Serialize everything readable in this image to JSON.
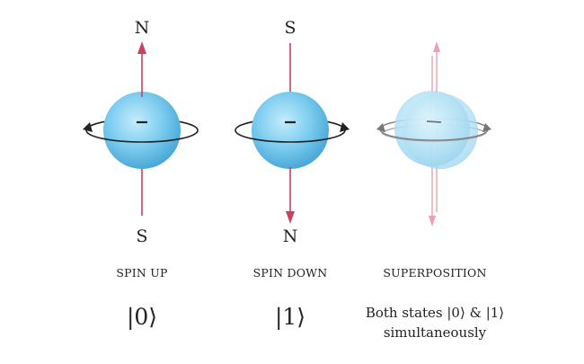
{
  "colors": {
    "sphere_light": "#c4ecfb",
    "sphere_mid": "#7ecdf0",
    "sphere_dark": "#4aa9d8",
    "arrow": "#c8425e",
    "arrow_faint": "#eaa2b1",
    "ring": "#222222",
    "text": "#222222"
  },
  "states": [
    {
      "pole_top": "N",
      "pole_bottom": "S",
      "charge": "−",
      "name": "SPIN UP",
      "ket": "|0⟩",
      "arrow_direction": "up",
      "spin_arrow_side": "left"
    },
    {
      "pole_top": "S",
      "pole_bottom": "N",
      "charge": "−",
      "name": "SPIN DOWN",
      "ket": "|1⟩",
      "arrow_direction": "down",
      "spin_arrow_side": "right"
    },
    {
      "name": "SUPERPOSITION",
      "arrow_direction": "both",
      "description_line1": "Both states |0⟩ & |1⟩",
      "description_line2": "simultaneously"
    }
  ]
}
